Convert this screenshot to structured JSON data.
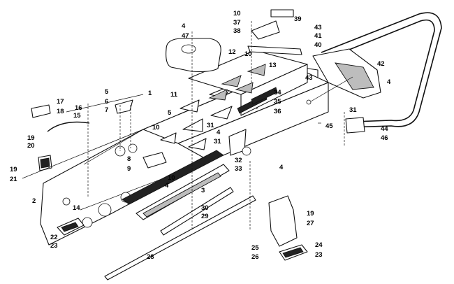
{
  "diagram": {
    "type": "exploded-parts-diagram",
    "callouts": [
      {
        "id": "c1",
        "label": "1"
      },
      {
        "id": "c2",
        "label": "2"
      },
      {
        "id": "c3",
        "label": "3"
      },
      {
        "id": "c4a",
        "label": "4"
      },
      {
        "id": "c4b",
        "label": "4"
      },
      {
        "id": "c4c",
        "label": "4"
      },
      {
        "id": "c4d",
        "label": "4"
      },
      {
        "id": "c4e",
        "label": "4"
      },
      {
        "id": "c5a",
        "label": "5"
      },
      {
        "id": "c5b",
        "label": "5"
      },
      {
        "id": "c6",
        "label": "6"
      },
      {
        "id": "c7",
        "label": "7"
      },
      {
        "id": "c8",
        "label": "8"
      },
      {
        "id": "c9",
        "label": "9"
      },
      {
        "id": "c10a",
        "label": "10"
      },
      {
        "id": "c10b",
        "label": "10"
      },
      {
        "id": "c10c",
        "label": "10"
      },
      {
        "id": "c10d",
        "label": "10"
      },
      {
        "id": "c11",
        "label": "11"
      },
      {
        "id": "c12",
        "label": "12"
      },
      {
        "id": "c13",
        "label": "13"
      },
      {
        "id": "c14",
        "label": "14"
      },
      {
        "id": "c15",
        "label": "15"
      },
      {
        "id": "c16",
        "label": "16"
      },
      {
        "id": "c17",
        "label": "17"
      },
      {
        "id": "c18",
        "label": "18"
      },
      {
        "id": "c19a",
        "label": "19"
      },
      {
        "id": "c19b",
        "label": "19"
      },
      {
        "id": "c19c",
        "label": "19"
      },
      {
        "id": "c20",
        "label": "20"
      },
      {
        "id": "c21",
        "label": "21"
      },
      {
        "id": "c22",
        "label": "22"
      },
      {
        "id": "c23a",
        "label": "23"
      },
      {
        "id": "c23b",
        "label": "23"
      },
      {
        "id": "c24",
        "label": "24"
      },
      {
        "id": "c25",
        "label": "25"
      },
      {
        "id": "c26",
        "label": "26"
      },
      {
        "id": "c27",
        "label": "27"
      },
      {
        "id": "c28",
        "label": "28"
      },
      {
        "id": "c29",
        "label": "29"
      },
      {
        "id": "c30",
        "label": "30"
      },
      {
        "id": "c31a",
        "label": "31"
      },
      {
        "id": "c31b",
        "label": "31"
      },
      {
        "id": "c31c",
        "label": "31"
      },
      {
        "id": "c32",
        "label": "32"
      },
      {
        "id": "c33",
        "label": "33"
      },
      {
        "id": "c34",
        "label": "34"
      },
      {
        "id": "c35",
        "label": "35"
      },
      {
        "id": "c36",
        "label": "36"
      },
      {
        "id": "c37",
        "label": "37"
      },
      {
        "id": "c38",
        "label": "38"
      },
      {
        "id": "c39",
        "label": "39"
      },
      {
        "id": "c40",
        "label": "40"
      },
      {
        "id": "c41",
        "label": "41"
      },
      {
        "id": "c42",
        "label": "42"
      },
      {
        "id": "c43a",
        "label": "43"
      },
      {
        "id": "c43b",
        "label": "43"
      },
      {
        "id": "c44",
        "label": "44"
      },
      {
        "id": "c45",
        "label": "45"
      },
      {
        "id": "c46",
        "label": "46"
      },
      {
        "id": "c47",
        "label": "47"
      }
    ]
  }
}
